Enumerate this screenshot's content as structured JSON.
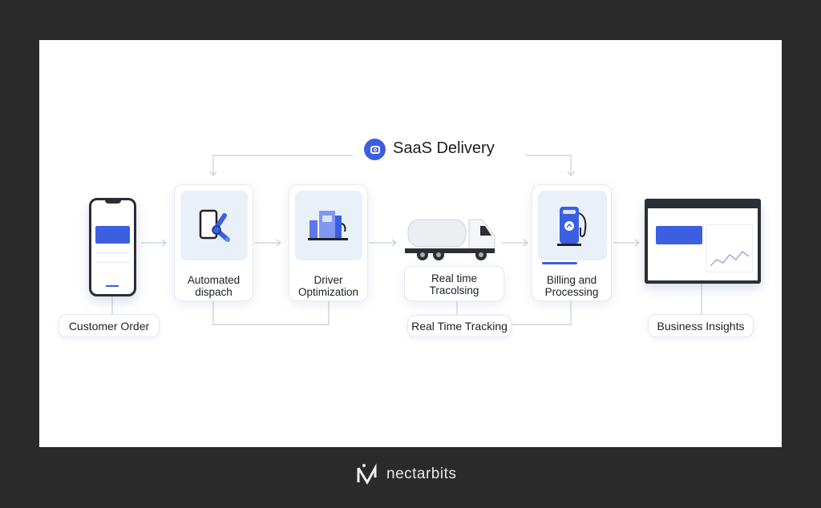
{
  "title": {
    "text": "SaaS Delivery",
    "icon": "camera-icon",
    "accent": "#3b5fe0"
  },
  "steps": [
    {
      "label": "Customer Order",
      "icon": "smartphone-icon"
    },
    {
      "label_line1": "Automated",
      "label_line2": "dispach",
      "icon": "robot-arm-phone-icon"
    },
    {
      "label_line1": "Driver",
      "label_line2": "Optimization",
      "icon": "fuel-station-icon"
    },
    {
      "label_line1": "Real time",
      "label_line2": "Tracolsing",
      "icon": "tanker-truck-icon",
      "sub_label": "Real Time Tracking"
    },
    {
      "label_line1": "Billing and",
      "label_line2": "Processing",
      "icon": "fuel-pump-icon",
      "progress": 0.4
    },
    {
      "label": "Business Insights",
      "icon": "dashboard-monitor-icon"
    }
  ],
  "brand": {
    "name": "nectarbits"
  },
  "colors": {
    "background": "#2a2a2a",
    "panel": "#ffffff",
    "accent": "#3b5fe0",
    "connector": "#cfd7e6"
  }
}
